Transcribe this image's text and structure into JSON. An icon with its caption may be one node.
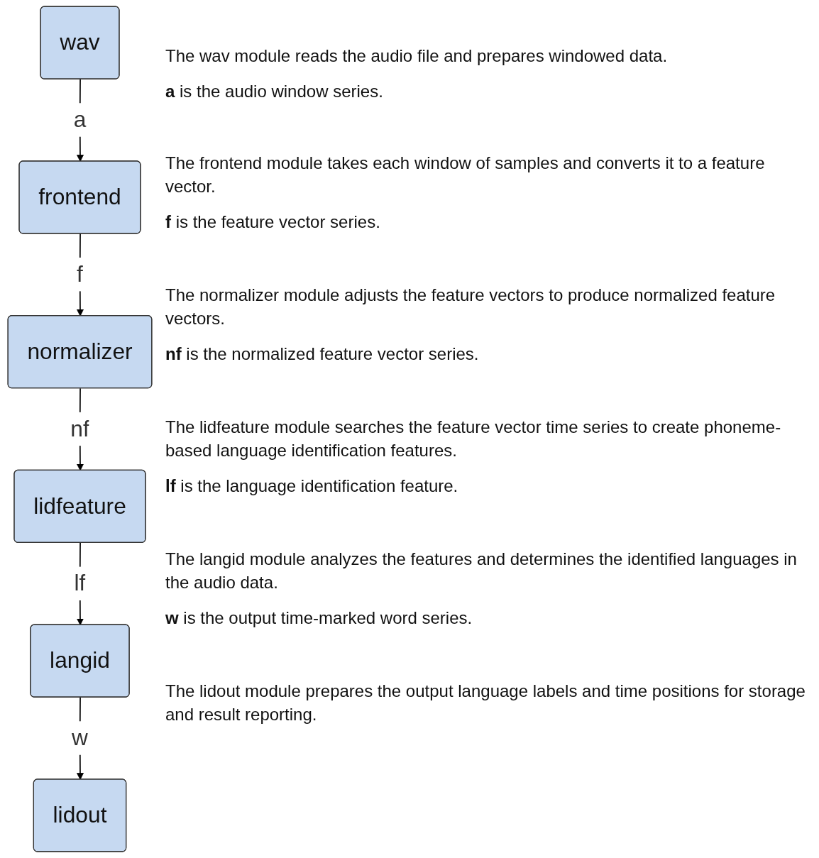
{
  "diagram": {
    "nodes": [
      {
        "text": [
          "wav"
        ]
      },
      {
        "text": [
          "frontend"
        ]
      },
      {
        "text": [
          "normalizer"
        ]
      },
      {
        "text": [
          "lidfeature"
        ]
      },
      {
        "text": [
          "langid"
        ]
      },
      {
        "text": [
          "lidout"
        ]
      }
    ],
    "edges": [
      {
        "from": 0,
        "to": 1,
        "arrow": "to",
        "label": "a"
      },
      {
        "from": 1,
        "to": 2,
        "arrow": "to",
        "label": "f"
      },
      {
        "from": 2,
        "to": 3,
        "arrow": "to",
        "label": "nf"
      },
      {
        "from": 3,
        "to": 4,
        "arrow": "to",
        "label": "lf"
      },
      {
        "from": 4,
        "to": 5,
        "arrow": "to",
        "label": "w"
      }
    ],
    "labels": [
      "The wav module reads the audio file and prepares windowed data.",
      "**a** is the audio window series.",
      "The frontend module takes each window of samples and converts it to a feature vector.",
      "**f** is the feature vector series.",
      "The normalizer module adjusts the feature vectors to produce normalized feature vectors.",
      "**nf** is the normalized feature vector series.",
      "The lidfeature module searches the feature vector time series to create phoneme-based language identification features.",
      "**lf** is the language identification feature.",
      "The langid module analyzes the features and determines the identified languages in the audio data.",
      "**w** is the output time-marked word series.",
      "The lidout module prepares the output language labels and time positions for storage and result reporting."
    ]
  }
}
